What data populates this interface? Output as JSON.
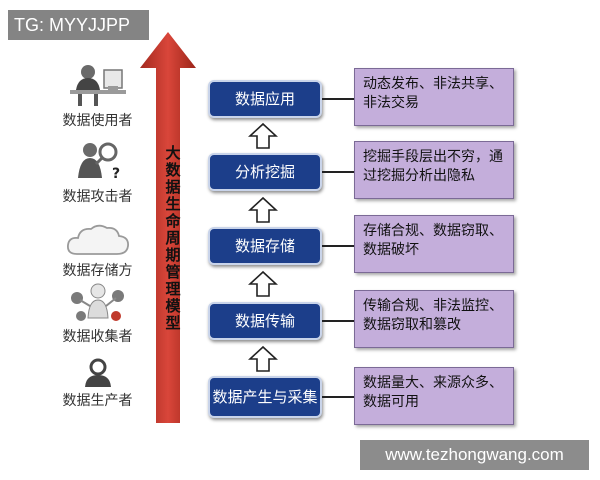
{
  "watermarks": {
    "top": "TG: MYYJJPP",
    "bottom": "www.tezhongwang.com"
  },
  "actors": [
    {
      "label": "数据使用者",
      "icon": "person-at-computer-icon"
    },
    {
      "label": "数据攻击者",
      "icon": "attacker-magnifier-icon"
    },
    {
      "label": "数据存储方",
      "icon": "cloud-icon"
    },
    {
      "label": "数据收集者",
      "icon": "collector-figure-icon"
    },
    {
      "label": "数据生产者",
      "icon": "person-silhouette-icon"
    }
  ],
  "lifecycle_title": "大数据生命周期管理模型",
  "stages": [
    {
      "label": "数据应用",
      "description": "动态发布、非法共享、非法交易"
    },
    {
      "label": "分析挖掘",
      "description": "挖掘手段层出不穷，通过挖掘分析出隐私"
    },
    {
      "label": "数据存储",
      "description": "存储合规、数据窃取、数据破坏"
    },
    {
      "label": "数据传输",
      "description": "传输合规、非法监控、数据窃取和篡改"
    },
    {
      "label": "数据产生与采集",
      "description": "数据量大、来源众多、数据可用"
    }
  ],
  "colors": {
    "stage_fill": "#1c3e8a",
    "desc_fill": "#c4aedb",
    "arrow_red": "#c0392b"
  }
}
